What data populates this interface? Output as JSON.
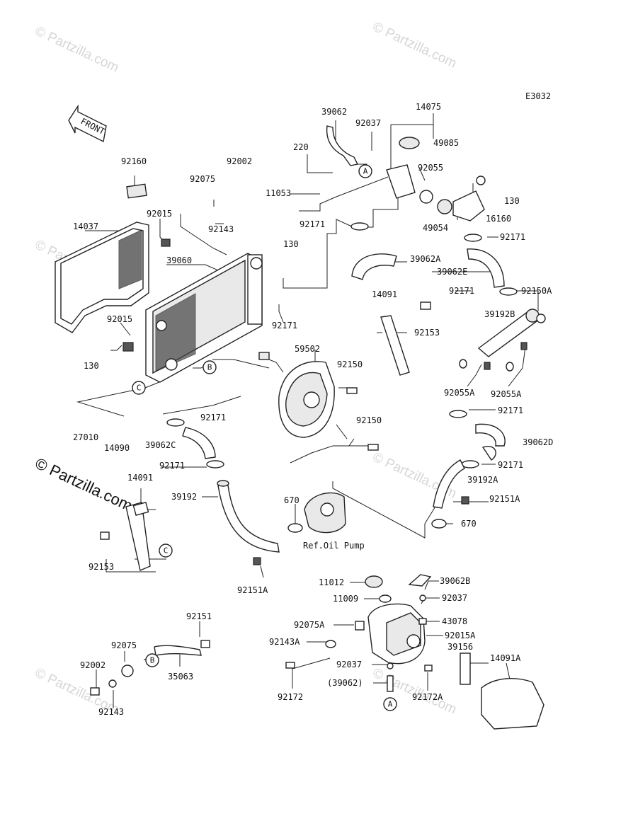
{
  "diagram": {
    "code": "E3032",
    "front_label": "FRONT",
    "watermark": "© Partzilla.com",
    "ref_note": "Ref.Oil Pump",
    "callouts": [
      "A",
      "B",
      "C"
    ],
    "part_numbers": [
      "39062",
      "92037",
      "14075",
      "49085",
      "220",
      "92055",
      "11053",
      "130",
      "16160",
      "92171",
      "49054",
      "130",
      "92171",
      "39062A",
      "39062E",
      "92160",
      "92075",
      "92002",
      "92015",
      "92143",
      "14037",
      "39060",
      "92171",
      "14091",
      "92153",
      "92171",
      "92150A",
      "39192B",
      "92015",
      "130",
      "59502",
      "92150",
      "92055A",
      "92055A",
      "27010",
      "14090",
      "92171",
      "39062C",
      "92150",
      "92171",
      "39062D",
      "14091",
      "92171",
      "670",
      "92171",
      "39192A",
      "39192",
      "92151A",
      "92153",
      "670",
      "92151A",
      "11012",
      "39062B",
      "11009",
      "92037",
      "92075A",
      "43078",
      "92151",
      "92143A",
      "92015A",
      "92075",
      "39156",
      "14091A",
      "92037",
      "92002",
      "35063",
      "(39062)",
      "92172",
      "92172A",
      "92143"
    ]
  }
}
